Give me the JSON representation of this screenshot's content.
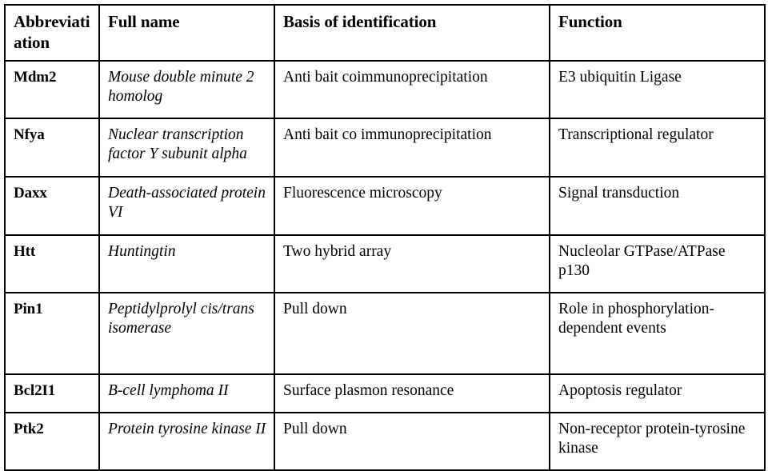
{
  "table": {
    "caption": "",
    "columns": [
      {
        "key": "abbreviation",
        "label": "Abbreviati ation"
      },
      {
        "key": "full_name",
        "label": "Full name"
      },
      {
        "key": "basis",
        "label": "Basis of identification"
      },
      {
        "key": "function",
        "label": "Function"
      }
    ],
    "rows": [
      {
        "abbreviation": "Mdm2",
        "full_name": "Mouse double minute 2 homolog",
        "basis": "Anti bait coimmunoprecipitation",
        "function": "E3 ubiquitin Ligase"
      },
      {
        "abbreviation": "Nfya",
        "full_name": "Nuclear transcription factor Y subunit alpha",
        "basis": "Anti bait co immunoprecipitation",
        "function": "Transcriptional regulator"
      },
      {
        "abbreviation": "Daxx",
        "full_name": "Death-associated protein VI",
        "basis": "Fluorescence microscopy",
        "function": "Signal transduction"
      },
      {
        "abbreviation": "Htt",
        "full_name": "Huntingtin",
        "basis": "Two hybrid array",
        "function": "Nucleolar GTPase/ATPase p130"
      },
      {
        "abbreviation": "Pin1",
        "full_name": "Peptidylprolyl cis/trans isomerase",
        "basis": "Pull down",
        "function": "Role in phosphorylation-dependent events"
      },
      {
        "abbreviation": "Bcl2I1",
        "full_name": "B-cell lymphoma II",
        "basis": "Surface plasmon resonance",
        "function": "Apoptosis regulator"
      },
      {
        "abbreviation": "Ptk2",
        "full_name": "Protein tyrosine kinase II",
        "basis": "Pull down",
        "function": "Non-receptor protein-tyrosine kinase"
      }
    ]
  },
  "style": {
    "border_color": "#000000",
    "background_color": "#ffffff",
    "text_color": "#000000"
  }
}
